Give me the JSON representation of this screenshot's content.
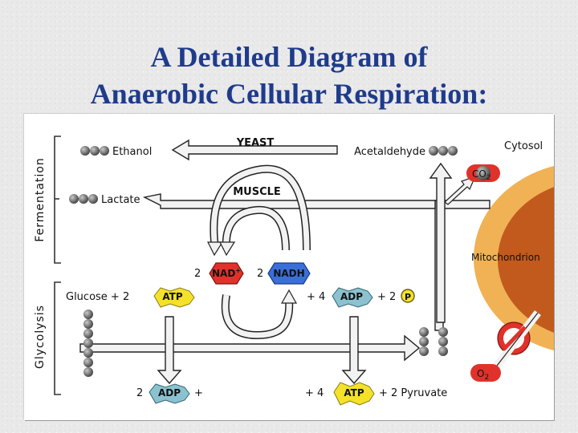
{
  "title": {
    "line1": "A Detailed Diagram of",
    "line2": "Anaerobic Cellular Respiration:"
  },
  "diagram": {
    "sections": {
      "fermentation": "Fermentation",
      "glycolysis": "Glycolysis"
    },
    "regions": {
      "cytosol": "Cytosol",
      "mitochondrion": "Mitochondrion"
    },
    "pathways": {
      "yeast": "YEAST",
      "muscle": "MUSCLE"
    },
    "molecules": {
      "ethanol": "Ethanol",
      "acetaldehyde": "Acetaldehyde",
      "lactate": "Lactate",
      "co2": "CO",
      "co2_sub": "2",
      "o2": "O",
      "o2_sub": "2",
      "nad_coef": "2",
      "nad": "NAD",
      "nad_sup": "+",
      "nadh_coef": "2",
      "nadh": "NADH",
      "glucose_text": "Glucose + 2",
      "atp_in": "ATP",
      "adp_in_coef": "+ 4",
      "adp_in": "ADP",
      "phosphate_coef": "+ 2",
      "phosphate": "P",
      "adp_out_coef": "2",
      "adp_out": "ADP",
      "adp_out_plus": "+",
      "atp_out_coef": "+ 4",
      "atp_out": "ATP",
      "pyruvate_text": "+ 2 Pyruvate"
    },
    "colors": {
      "title": "#1f3b8c",
      "nad": "#e0322a",
      "nadh": "#3a6fd8",
      "atp": "#f4e22a",
      "adp": "#8cc2cf",
      "co2": "#e0322a",
      "mitochondrion_outer": "#f0b254",
      "mitochondrion_inner": "#c25a1d",
      "arrow": "#f2f2f2"
    }
  }
}
